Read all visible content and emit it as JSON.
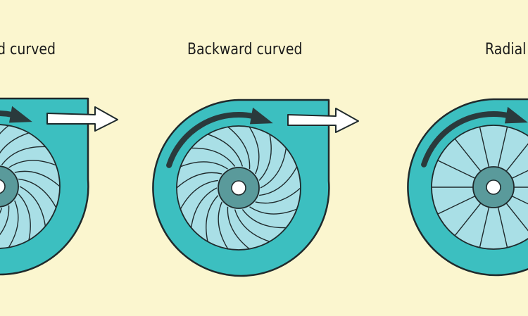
{
  "diagram": {
    "panels": [
      {
        "label": "d curved",
        "blade_type": "forward-curved"
      },
      {
        "label": "Backward curved",
        "blade_type": "backward-curved"
      },
      {
        "label": "Radial",
        "blade_type": "radial"
      }
    ],
    "colors": {
      "background": "#fbf6cf",
      "housing": "#3cbfc0",
      "housing_outline": "#1f2a2c",
      "impeller": "#a9dfe6",
      "hub": "#5a9a9b",
      "arrow_fill": "#ffffff"
    },
    "icons": [
      "rotation-arrow-icon",
      "outlet-flow-arrow-icon"
    ]
  }
}
